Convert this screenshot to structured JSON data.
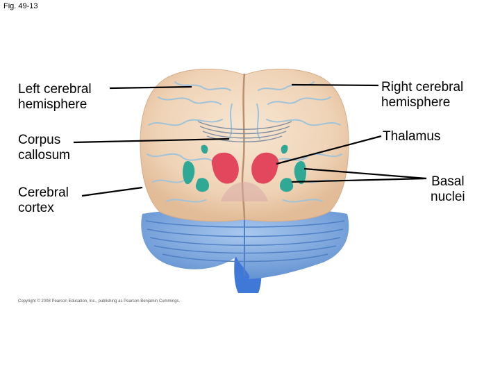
{
  "figure": {
    "number": "Fig. 49-13"
  },
  "labels": {
    "left_cerebral_hemisphere": "Left cerebral\nhemisphere",
    "corpus_callosum": "Corpus\ncallosum",
    "cerebral_cortex": "Cerebral\ncortex",
    "right_cerebral_hemisphere": "Right cerebral\nhemisphere",
    "thalamus": "Thalamus",
    "basal_nuclei": "Basal\nnuclei"
  },
  "copyright": "Copyright © 2008 Pearson Education, Inc., publishing as Pearson Benjamin Cummings.",
  "colors": {
    "cortex": "#f1d7bd",
    "cortex_sulci": "#9fc3d8",
    "cerebellum": "#7ea9dd",
    "brainstem": "#3f78d6",
    "thalamus": "#e2475e",
    "basal_nuclei": "#2fa895",
    "leader_lines": "#000000"
  }
}
